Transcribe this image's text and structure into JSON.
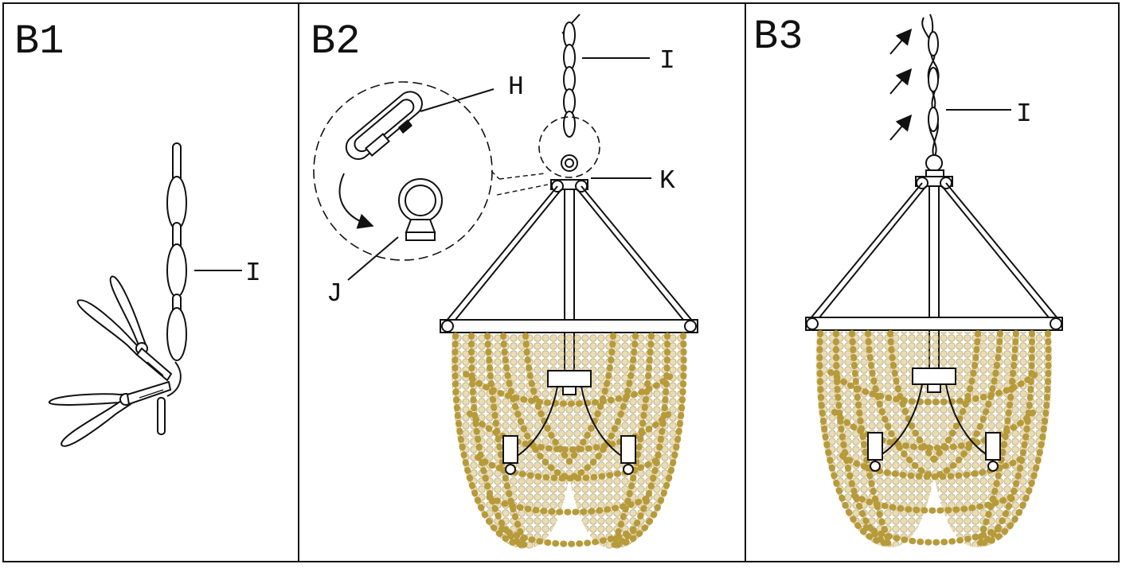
{
  "panels": [
    {
      "title": "B1",
      "labels": [
        "I"
      ]
    },
    {
      "title": "B2",
      "labels": [
        "I",
        "H",
        "K",
        "J"
      ]
    },
    {
      "title": "B3",
      "labels": [
        "I"
      ]
    }
  ],
  "colors": {
    "line": "#111111",
    "beads": "#b79a3a",
    "background": "#ffffff"
  },
  "icons": [
    "pliers-icon",
    "chain-icon",
    "quick-link-icon",
    "loop-eye-icon",
    "arrow-icon",
    "chandelier-icon"
  ]
}
